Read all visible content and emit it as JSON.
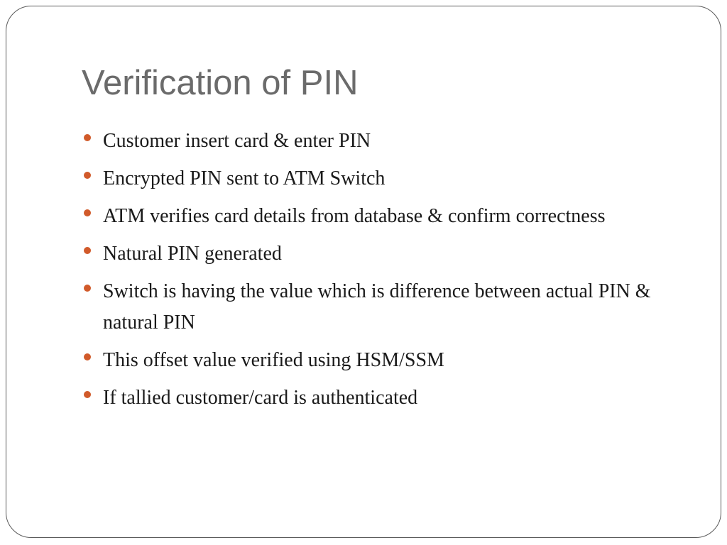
{
  "slide": {
    "title": "Verification of PIN",
    "bullets": [
      "Customer insert card & enter PIN",
      "Encrypted PIN sent to ATM Switch",
      "ATM verifies card details from database & confirm correctness",
      "Natural PIN generated",
      "Switch is having the value which is difference between actual PIN & natural PIN",
      "This offset value verified using HSM/SSM",
      "If tallied customer/card is authenticated"
    ]
  },
  "colors": {
    "bullet_dot": "#d15a2a",
    "title_text": "#6b6b6b",
    "body_text": "#1a1a1a",
    "frame_border": "#5a5a5a"
  },
  "icons": {
    "bullet": "bullet-dot-icon"
  }
}
